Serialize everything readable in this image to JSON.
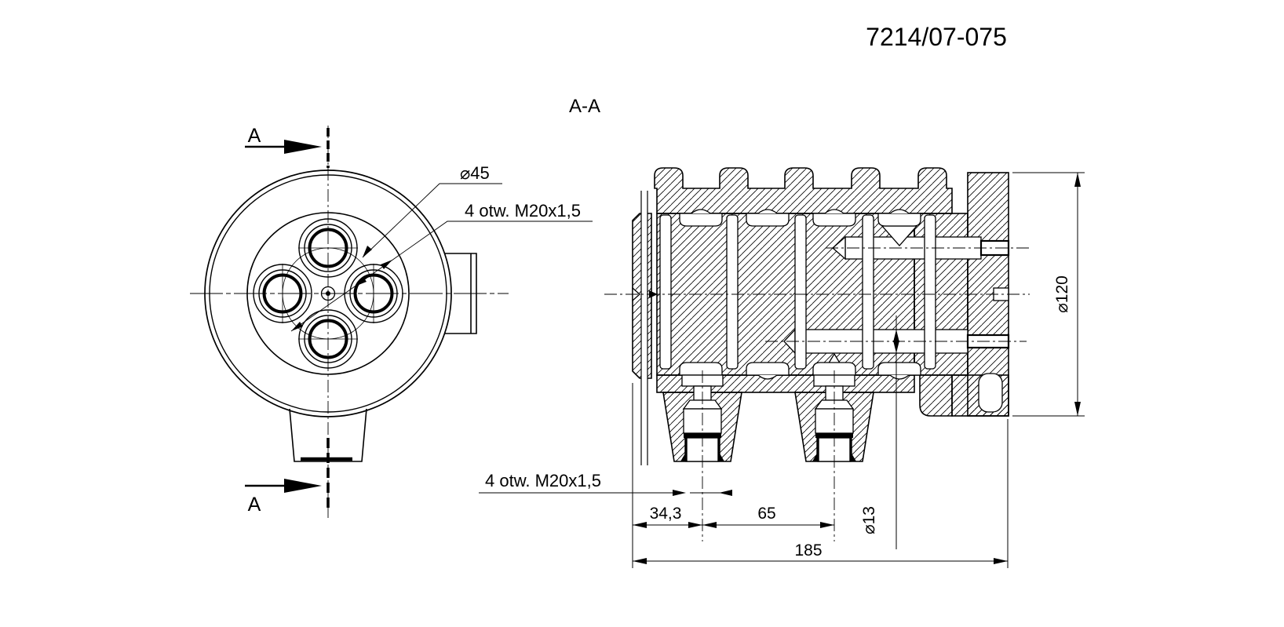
{
  "drawing_number": "7214/07-075",
  "section_label": "A-A",
  "front_view": {
    "cut_label_top": "A",
    "cut_label_bottom": "A",
    "callout_bolt_circle": "⌀45",
    "callout_holes": "4 otw. M20x1,5"
  },
  "section_view": {
    "callout_holes": "4 otw. M20x1,5",
    "dim_hole_offset": "34,3",
    "dim_hole_spacing": "65",
    "dim_overall_length": "185",
    "dim_bore_diameter": "⌀13",
    "dim_outer_diameter": "⌀120"
  },
  "colors": {
    "ink": "#000000",
    "paper": "#ffffff"
  }
}
